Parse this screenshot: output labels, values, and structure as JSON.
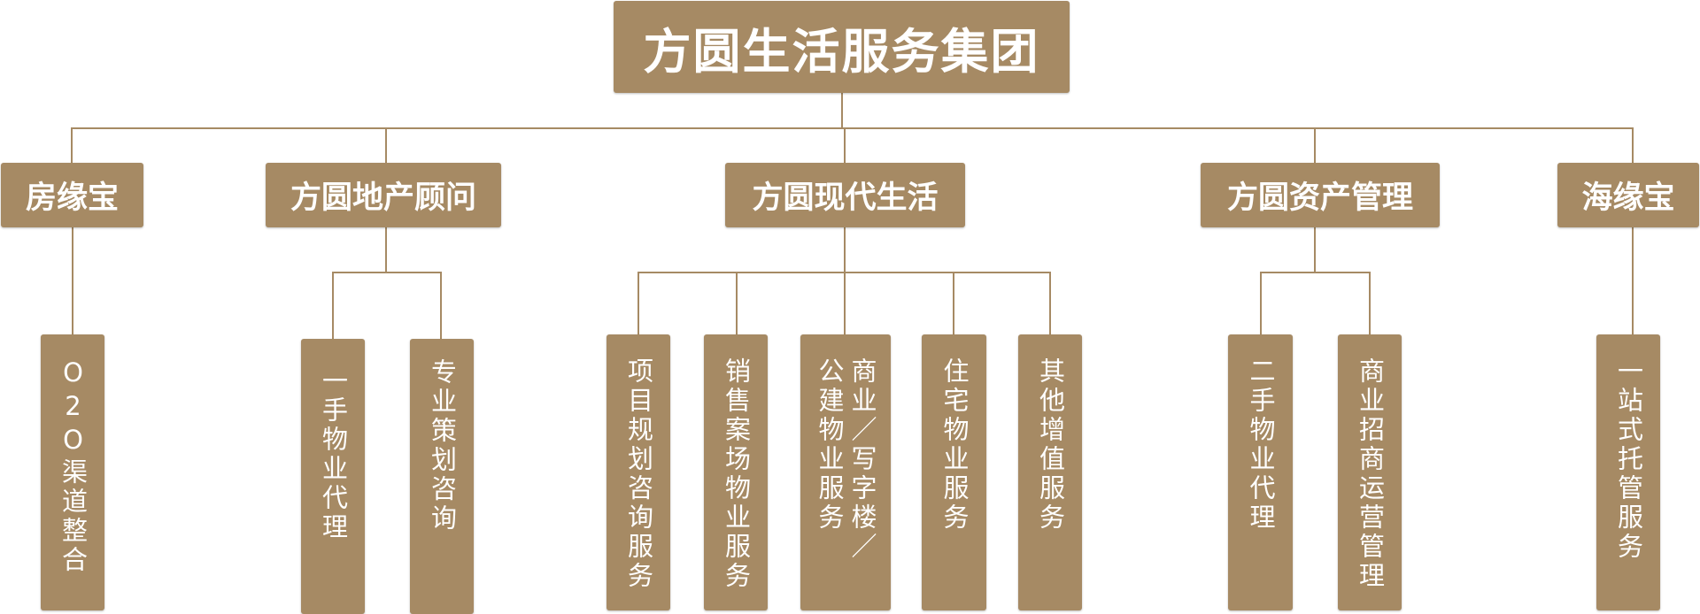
{
  "root": {
    "label": "方圆生活服务集团"
  },
  "divisions": [
    {
      "label": "房缘宝",
      "children": [
        "O2O渠道整合"
      ]
    },
    {
      "label": "方圆地产顾问",
      "children": [
        "一手物业代理",
        "专业策划咨询"
      ]
    },
    {
      "label": "方圆现代生活",
      "children": [
        "项目规划咨询服务",
        "销售案场物业服务",
        {
          "col1": "商业／写字楼／",
          "col2": "公建物业服务"
        },
        "住宅物业服务",
        "其他增值服务"
      ]
    },
    {
      "label": "方圆资产管理",
      "children": [
        "二手物业代理",
        "商业招商运营管理"
      ]
    },
    {
      "label": "海缘宝",
      "children": [
        "一站式托管服务"
      ]
    }
  ],
  "colors": {
    "box": "#a68a64",
    "line": "#a68a64",
    "text": "#ffffff"
  }
}
